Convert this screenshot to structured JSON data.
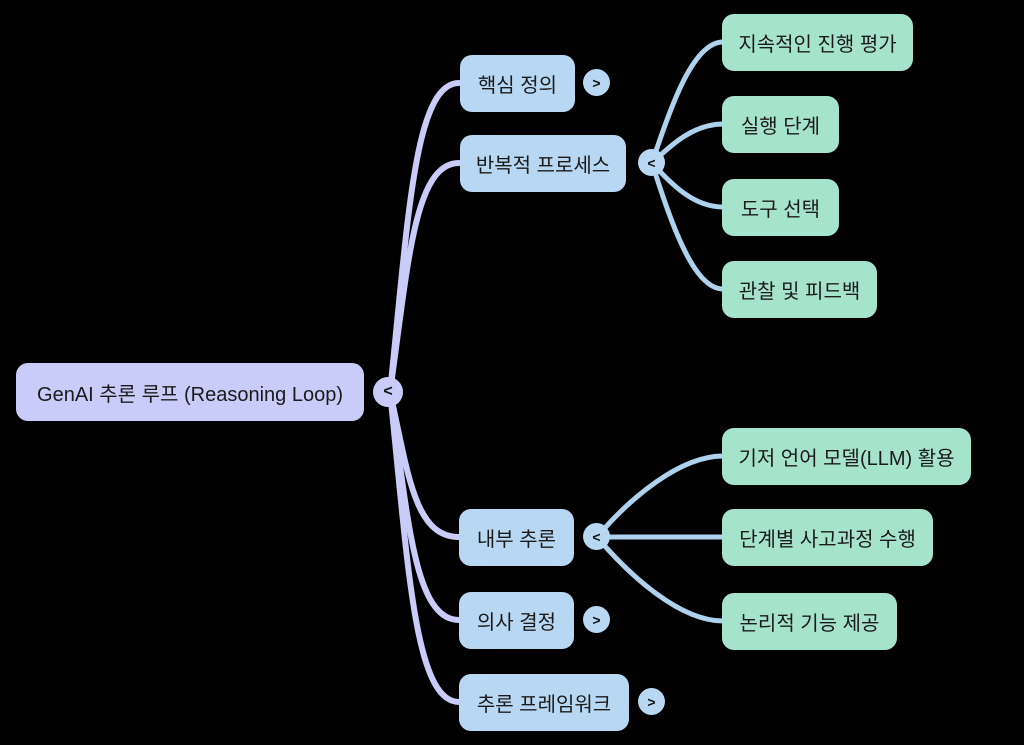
{
  "mindmap": {
    "root": {
      "label": "GenAI 추론 루프 (Reasoning Loop)",
      "toggle": "<"
    },
    "branches": [
      {
        "label": "핵심 정의",
        "toggle": ">"
      },
      {
        "label": "반복적 프로세스",
        "toggle": "<",
        "children": [
          {
            "label": "지속적인 진행 평가"
          },
          {
            "label": "실행 단계"
          },
          {
            "label": "도구 선택"
          },
          {
            "label": "관찰 및 피드백"
          }
        ]
      },
      {
        "label": "내부 추론",
        "toggle": "<",
        "children": [
          {
            "label": "기저 언어 모델(LLM) 활용"
          },
          {
            "label": "단계별 사고과정 수행"
          },
          {
            "label": "논리적 기능 제공"
          }
        ]
      },
      {
        "label": "의사 결정",
        "toggle": ">"
      },
      {
        "label": "추론 프레임워크",
        "toggle": ">"
      }
    ],
    "colors": {
      "background": "#000000",
      "root_node_fill": "#c9cbf8",
      "branch_node_fill": "#b7d7f2",
      "leaf_node_fill": "#a6e3cd",
      "node_text": "#1b1b1b",
      "root_link": "#c9cbf8",
      "branch_link": "#aed2ee"
    }
  }
}
